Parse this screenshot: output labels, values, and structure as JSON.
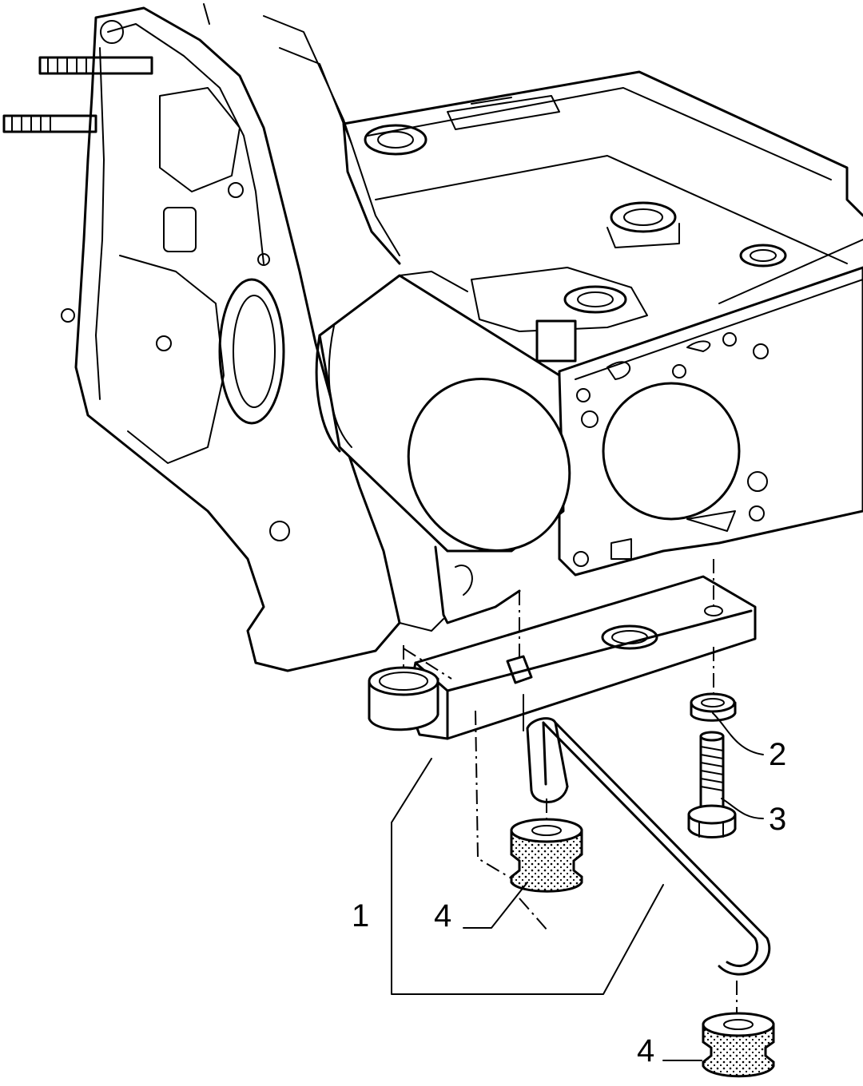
{
  "labels": {
    "part_1": "1",
    "part_2": "2",
    "part_3": "3",
    "part_4a": "4",
    "part_4b": "4"
  }
}
